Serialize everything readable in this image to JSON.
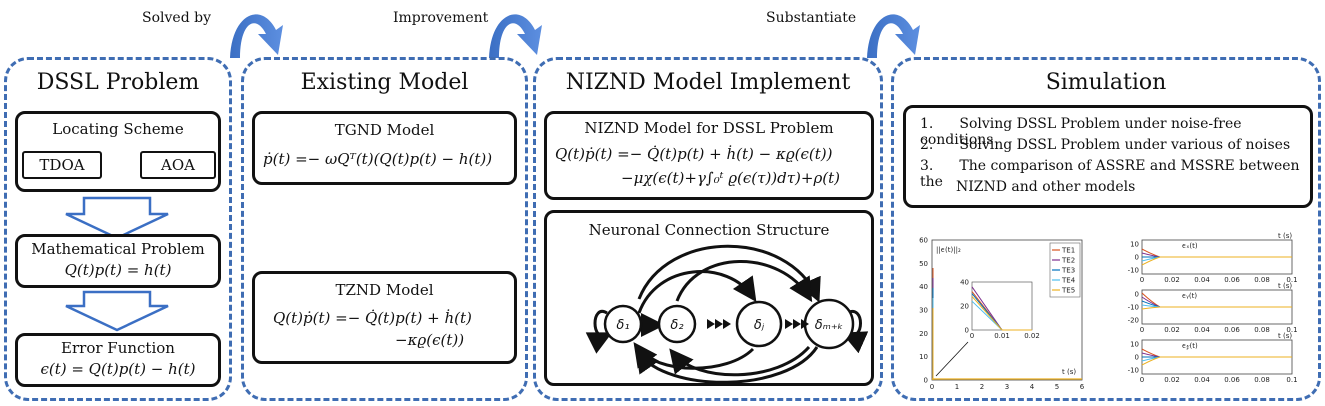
{
  "arrows": {
    "solved_by": "Solved by",
    "improvement": "Improvement",
    "substantiate": "Substantiate"
  },
  "panel1": {
    "title": "DSSL Problem",
    "locating_scheme": "Locating Scheme",
    "tdoa": "TDOA",
    "aoa": "AOA",
    "math_problem": "Mathematical Problem",
    "math_eq": "Q(t)p(t) = h(t)",
    "error_function": "Error Function",
    "error_eq": "ϵ(t) = Q(t)p(t) − h(t)"
  },
  "panel2": {
    "title": "Existing Model",
    "tgnd_title": "TGND Model",
    "tgnd_eq": "ṗ(t) =− ωQᵀ(t)(Q(t)p(t) − h(t))",
    "tznd_title": "TZND Model",
    "tznd_eq1": "Q(t)ṗ(t) =− Q̇(t)p(t) + ḣ(t)",
    "tznd_eq2": "−κϱ(ϵ(t))"
  },
  "panel3": {
    "title": "NIZND Model Implement",
    "model_title": "NIZND Model for DSSL Problem",
    "eq1": "Q(t)ṗ(t) =− Q̇(t)p(t) + ḣ(t) − κϱ(ϵ(t))",
    "eq2": "−μχ(ϵ(t)+γ∫₀ᵗ ϱ(ϵ(τ))dτ)+ρ(t)",
    "structure_title": "Neuronal Connection Structure",
    "nodes": [
      "δ₁",
      "δ₂",
      "δⱼ",
      "δₘ₊ₖ"
    ]
  },
  "panel4": {
    "title": "Simulation",
    "items": [
      {
        "num": "1.",
        "text": "Solving DSSL Problem under noise-free conditions"
      },
      {
        "num": "2.",
        "text": "Solving DSSL Problem under various of noises"
      },
      {
        "num": "3.",
        "text": "The comparison of ASSRE and MSSRE between the"
      },
      {
        "num": "",
        "text": "NIZND and other models"
      }
    ]
  },
  "chart_data": [
    {
      "type": "line",
      "ylabel": "||ϵ(t)||₂",
      "xlabel": "t (s)",
      "xlim": [
        0,
        6
      ],
      "ylim": [
        0,
        60
      ],
      "x_ticks": [
        "0",
        "1",
        "2",
        "3",
        "4",
        "5",
        "6"
      ],
      "y_ticks": [
        "0",
        "10",
        "20",
        "30",
        "40",
        "50",
        "60"
      ],
      "legend": [
        "TE1",
        "TE2",
        "TE3",
        "TE4",
        "TE5"
      ],
      "legend_colors": [
        "#d9531e",
        "#7e2f8e",
        "#0072bd",
        "#4dbeee",
        "#edb120"
      ],
      "inset": {
        "x_ticks": [
          "0",
          "0.01",
          "0.02"
        ],
        "y_ticks": [
          "0",
          "20",
          "40"
        ]
      }
    },
    {
      "type": "line",
      "ylabel": "ϵₓ(t)",
      "xlabel": "t (s)",
      "xlim": [
        0,
        0.1
      ],
      "y_ticks": [
        "10",
        "0",
        "-10"
      ],
      "x_ticks": [
        "0",
        "0.02",
        "0.04",
        "0.06",
        "0.08",
        "0.1"
      ]
    },
    {
      "type": "line",
      "ylabel": "ϵᵧ(t)",
      "xlabel": "t (s)",
      "xlim": [
        0,
        0.1
      ],
      "y_ticks": [
        "0",
        "-10",
        "-20"
      ],
      "x_ticks": [
        "0",
        "0.02",
        "0.04",
        "0.06",
        "0.08",
        "0.1"
      ]
    },
    {
      "type": "line",
      "ylabel": "ϵ𝓏(t)",
      "xlabel": "t (s)",
      "xlim": [
        0,
        0.1
      ],
      "y_ticks": [
        "10",
        "0",
        "-10"
      ],
      "x_ticks": [
        "0",
        "0.02",
        "0.04",
        "0.06",
        "0.08",
        "0.1"
      ]
    }
  ]
}
